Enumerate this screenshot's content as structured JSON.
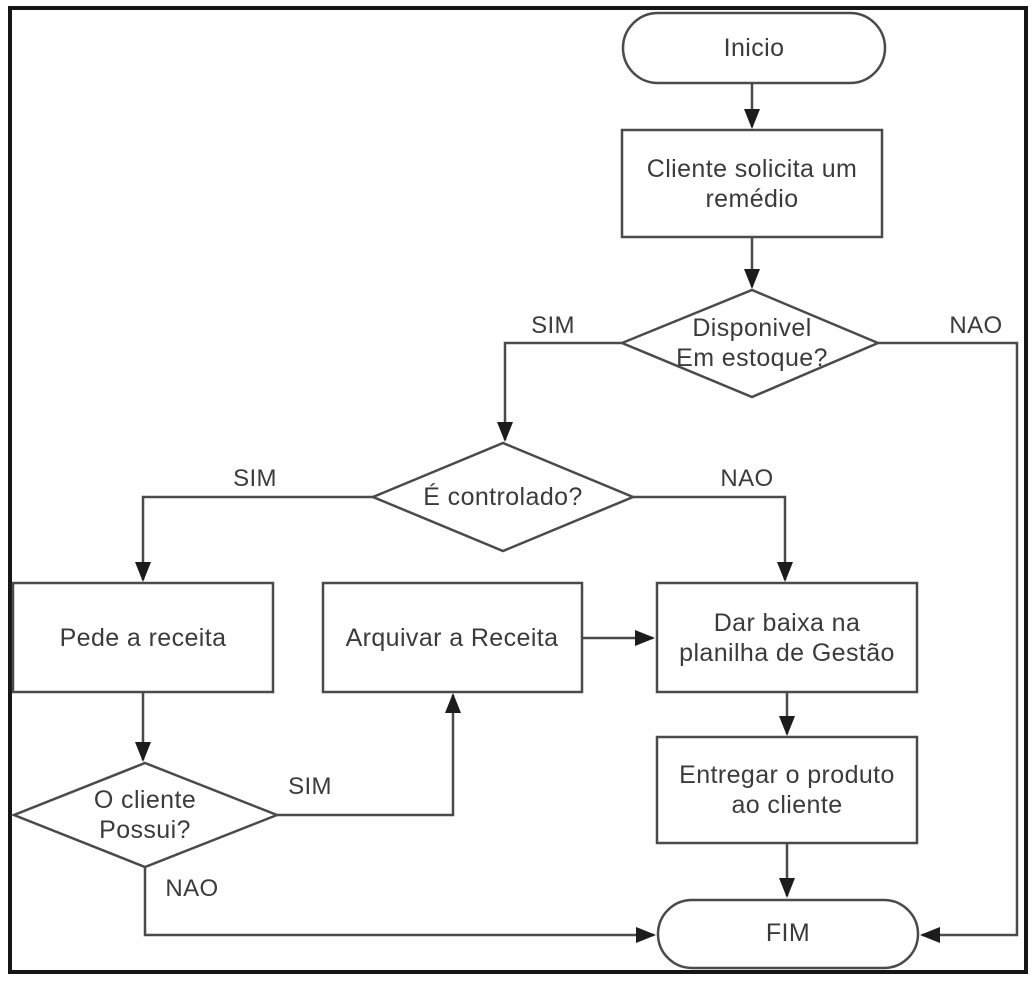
{
  "flowchart": {
    "nodes": {
      "start": {
        "type": "terminator",
        "label": "Inicio"
      },
      "request": {
        "type": "process",
        "label": "Cliente solicita um\nremédio"
      },
      "in_stock": {
        "type": "decision",
        "label": "Disponivel\nEm estoque?"
      },
      "controlled": {
        "type": "decision",
        "label": "É controlado?"
      },
      "ask_prescription": {
        "type": "process",
        "label": "Pede a receita"
      },
      "file_prescription": {
        "type": "process",
        "label": "Arquivar a Receita"
      },
      "update_sheet": {
        "type": "process",
        "label": "Dar baixa na\nplanilha de Gestão"
      },
      "deliver": {
        "type": "process",
        "label": "Entregar o produto\nao cliente"
      },
      "has_prescription": {
        "type": "decision",
        "label": "O cliente\nPossui?"
      },
      "end": {
        "type": "terminator",
        "label": "FIM"
      }
    },
    "edge_labels": {
      "in_stock_yes": "SIM",
      "in_stock_no": "NAO",
      "controlled_yes": "SIM",
      "controlled_no": "NAO",
      "has_prescription_yes": "SIM",
      "has_prescription_no": "NAO"
    },
    "colors": {
      "line": "#4a4a4a",
      "arrow": "#1c1c1c",
      "border": "#161616",
      "text": "#3b3b3b",
      "shape_fill": "#ffffff"
    }
  }
}
